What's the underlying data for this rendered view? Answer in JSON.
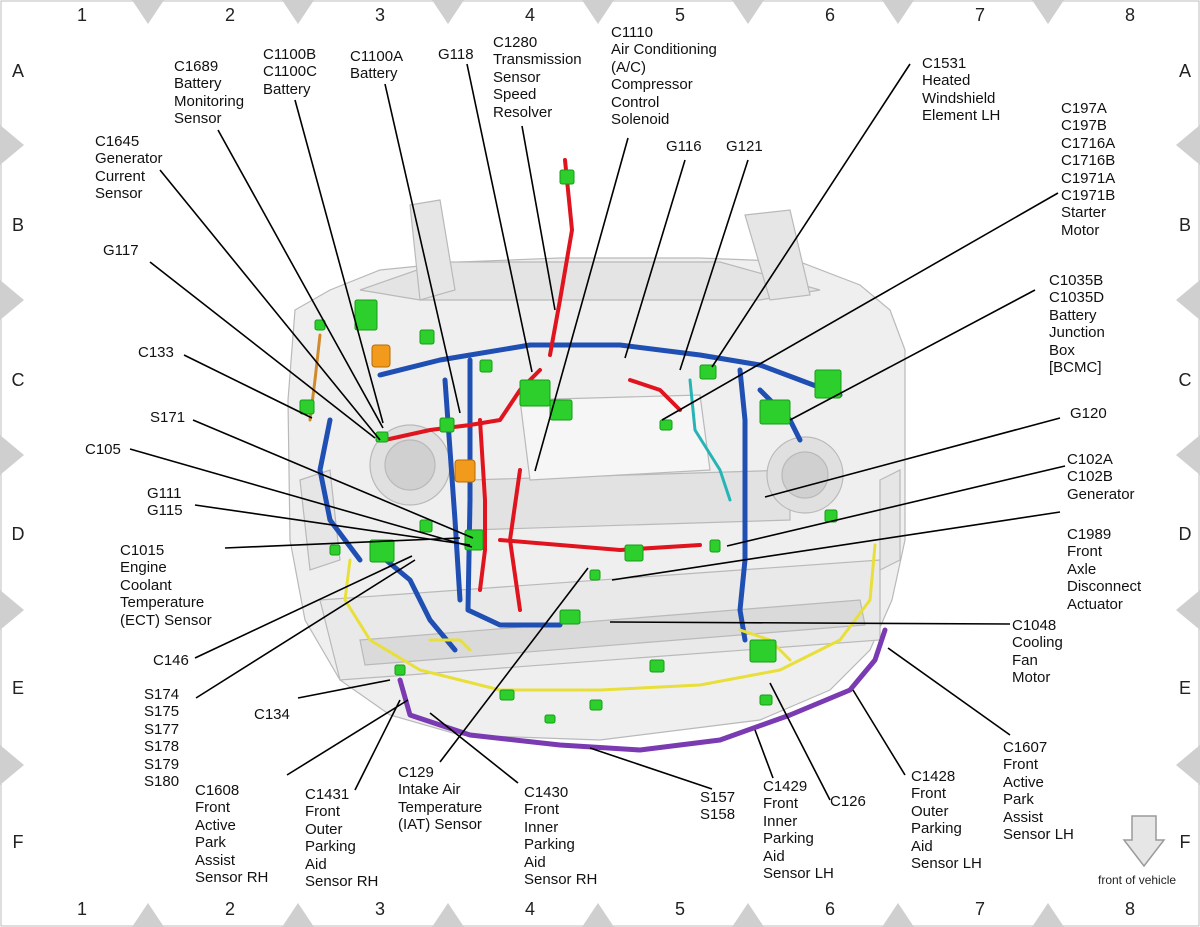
{
  "grid": {
    "columns": [
      "1",
      "2",
      "3",
      "4",
      "5",
      "6",
      "7",
      "8"
    ],
    "rows": [
      "A",
      "B",
      "C",
      "D",
      "E",
      "F"
    ]
  },
  "callouts": {
    "c1689": "C1689\nBattery\nMonitoring\nSensor",
    "c1100bc": "C1100B\nC1100C\nBattery",
    "c1100a": "C1100A\nBattery",
    "g118": "G118",
    "c1280": "C1280\nTransmission\nSensor\nSpeed\nResolver",
    "c1110": "C1110\nAir Conditioning\n(A/C)\nCompressor\nControl\nSolenoid",
    "c1531": "C1531\nHeated\nWindshield\nElement LH",
    "c197": "C197A\nC197B\nC1716A\nC1716B\nC1971A\nC1971B\nStarter\nMotor",
    "c1645": "C1645\nGenerator\nCurrent\nSensor",
    "g116": "G116",
    "g121": "G121",
    "g117": "G117",
    "c1035": "C1035B\nC1035D\nBattery\nJunction\nBox\n[BCMC]",
    "c133": "C133",
    "s171": "S171",
    "g120": "G120",
    "c105": "C105",
    "c102": "C102A\nC102B\nGenerator",
    "g111": "G111\nG115",
    "c1989": "C1989\nFront\nAxle\nDisconnect\nActuator",
    "c1015": "C1015\nEngine\nCoolant\nTemperature\n(ECT) Sensor",
    "c1048": "C1048\nCooling\nFan\nMotor",
    "c146": "C146",
    "s174": "S174\nS175\nS177\nS178\nS179\nS180",
    "c134": "C134",
    "c1607": "C1607\nFront\nActive\nPark\nAssist\nSensor LH",
    "c1608": "C1608\nFront\nActive\nPark\nAssist\nSensor RH",
    "c1431": "C1431\nFront\nOuter\nParking\nAid\nSensor RH",
    "c129": "C129\nIntake Air\nTemperature\n(IAT) Sensor",
    "c1430": "C1430\nFront\nInner\nParking\nAid\nSensor RH",
    "s157": "S157\nS158",
    "c1429": "C1429\nFront\nInner\nParking\nAid\nSensor LH",
    "c126": "C126",
    "c1428": "C1428\nFront\nOuter\nParking\nAid\nSensor LH"
  },
  "front_indicator": "front of vehicle",
  "colors": {
    "harness_red": "#e0141e",
    "harness_blue": "#1f4fb3",
    "harness_yellow": "#e8df3a",
    "harness_purple": "#7a3ab2",
    "harness_cyan": "#27b4b4",
    "connector_green": "#2ccf2c",
    "connector_orange": "#f29a1c",
    "border_triangle": "#cfcfcf"
  }
}
